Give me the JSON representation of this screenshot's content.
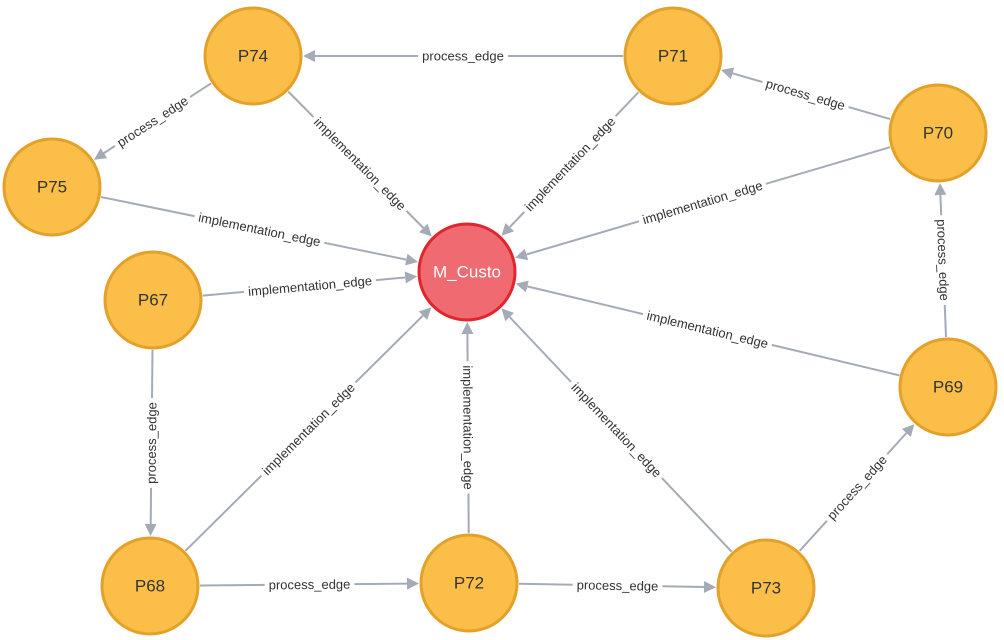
{
  "graph": {
    "colors": {
      "process_fill": "#fbbf49",
      "process_stroke": "#e3a12a",
      "process_text": "#333333",
      "center_fill": "#f06b71",
      "center_stroke": "#e0252f",
      "center_text": "#ffffff",
      "edge": "#a5abb6"
    },
    "nodes": [
      {
        "id": "M_Custo",
        "label": "M_Custo",
        "kind": "center"
      },
      {
        "id": "P74",
        "label": "P74",
        "kind": "process"
      },
      {
        "id": "P71",
        "label": "P71",
        "kind": "process"
      },
      {
        "id": "P70",
        "label": "P70",
        "kind": "process"
      },
      {
        "id": "P75",
        "label": "P75",
        "kind": "process"
      },
      {
        "id": "P67",
        "label": "P67",
        "kind": "process"
      },
      {
        "id": "P69",
        "label": "P69",
        "kind": "process"
      },
      {
        "id": "P68",
        "label": "P68",
        "kind": "process"
      },
      {
        "id": "P72",
        "label": "P72",
        "kind": "process"
      },
      {
        "id": "P73",
        "label": "P73",
        "kind": "process"
      }
    ],
    "edges": [
      {
        "source": "P71",
        "target": "P74",
        "label": "process_edge"
      },
      {
        "source": "P70",
        "target": "P71",
        "label": "process_edge"
      },
      {
        "source": "P74",
        "target": "P75",
        "label": "process_edge"
      },
      {
        "source": "P69",
        "target": "P70",
        "label": "process_edge"
      },
      {
        "source": "P67",
        "target": "P68",
        "label": "process_edge"
      },
      {
        "source": "P68",
        "target": "P72",
        "label": "process_edge"
      },
      {
        "source": "P72",
        "target": "P73",
        "label": "process_edge"
      },
      {
        "source": "P73",
        "target": "P69",
        "label": "process_edge"
      },
      {
        "source": "P74",
        "target": "M_Custo",
        "label": "implementation_edge"
      },
      {
        "source": "P71",
        "target": "M_Custo",
        "label": "implementation_edge"
      },
      {
        "source": "P70",
        "target": "M_Custo",
        "label": "implementation_edge"
      },
      {
        "source": "P75",
        "target": "M_Custo",
        "label": "implementation_edge"
      },
      {
        "source": "P67",
        "target": "M_Custo",
        "label": "implementation_edge"
      },
      {
        "source": "P69",
        "target": "M_Custo",
        "label": "implementation_edge"
      },
      {
        "source": "P68",
        "target": "M_Custo",
        "label": "implementation_edge"
      },
      {
        "source": "P72",
        "target": "M_Custo",
        "label": "implementation_edge"
      },
      {
        "source": "P73",
        "target": "M_Custo",
        "label": "implementation_edge"
      }
    ]
  }
}
